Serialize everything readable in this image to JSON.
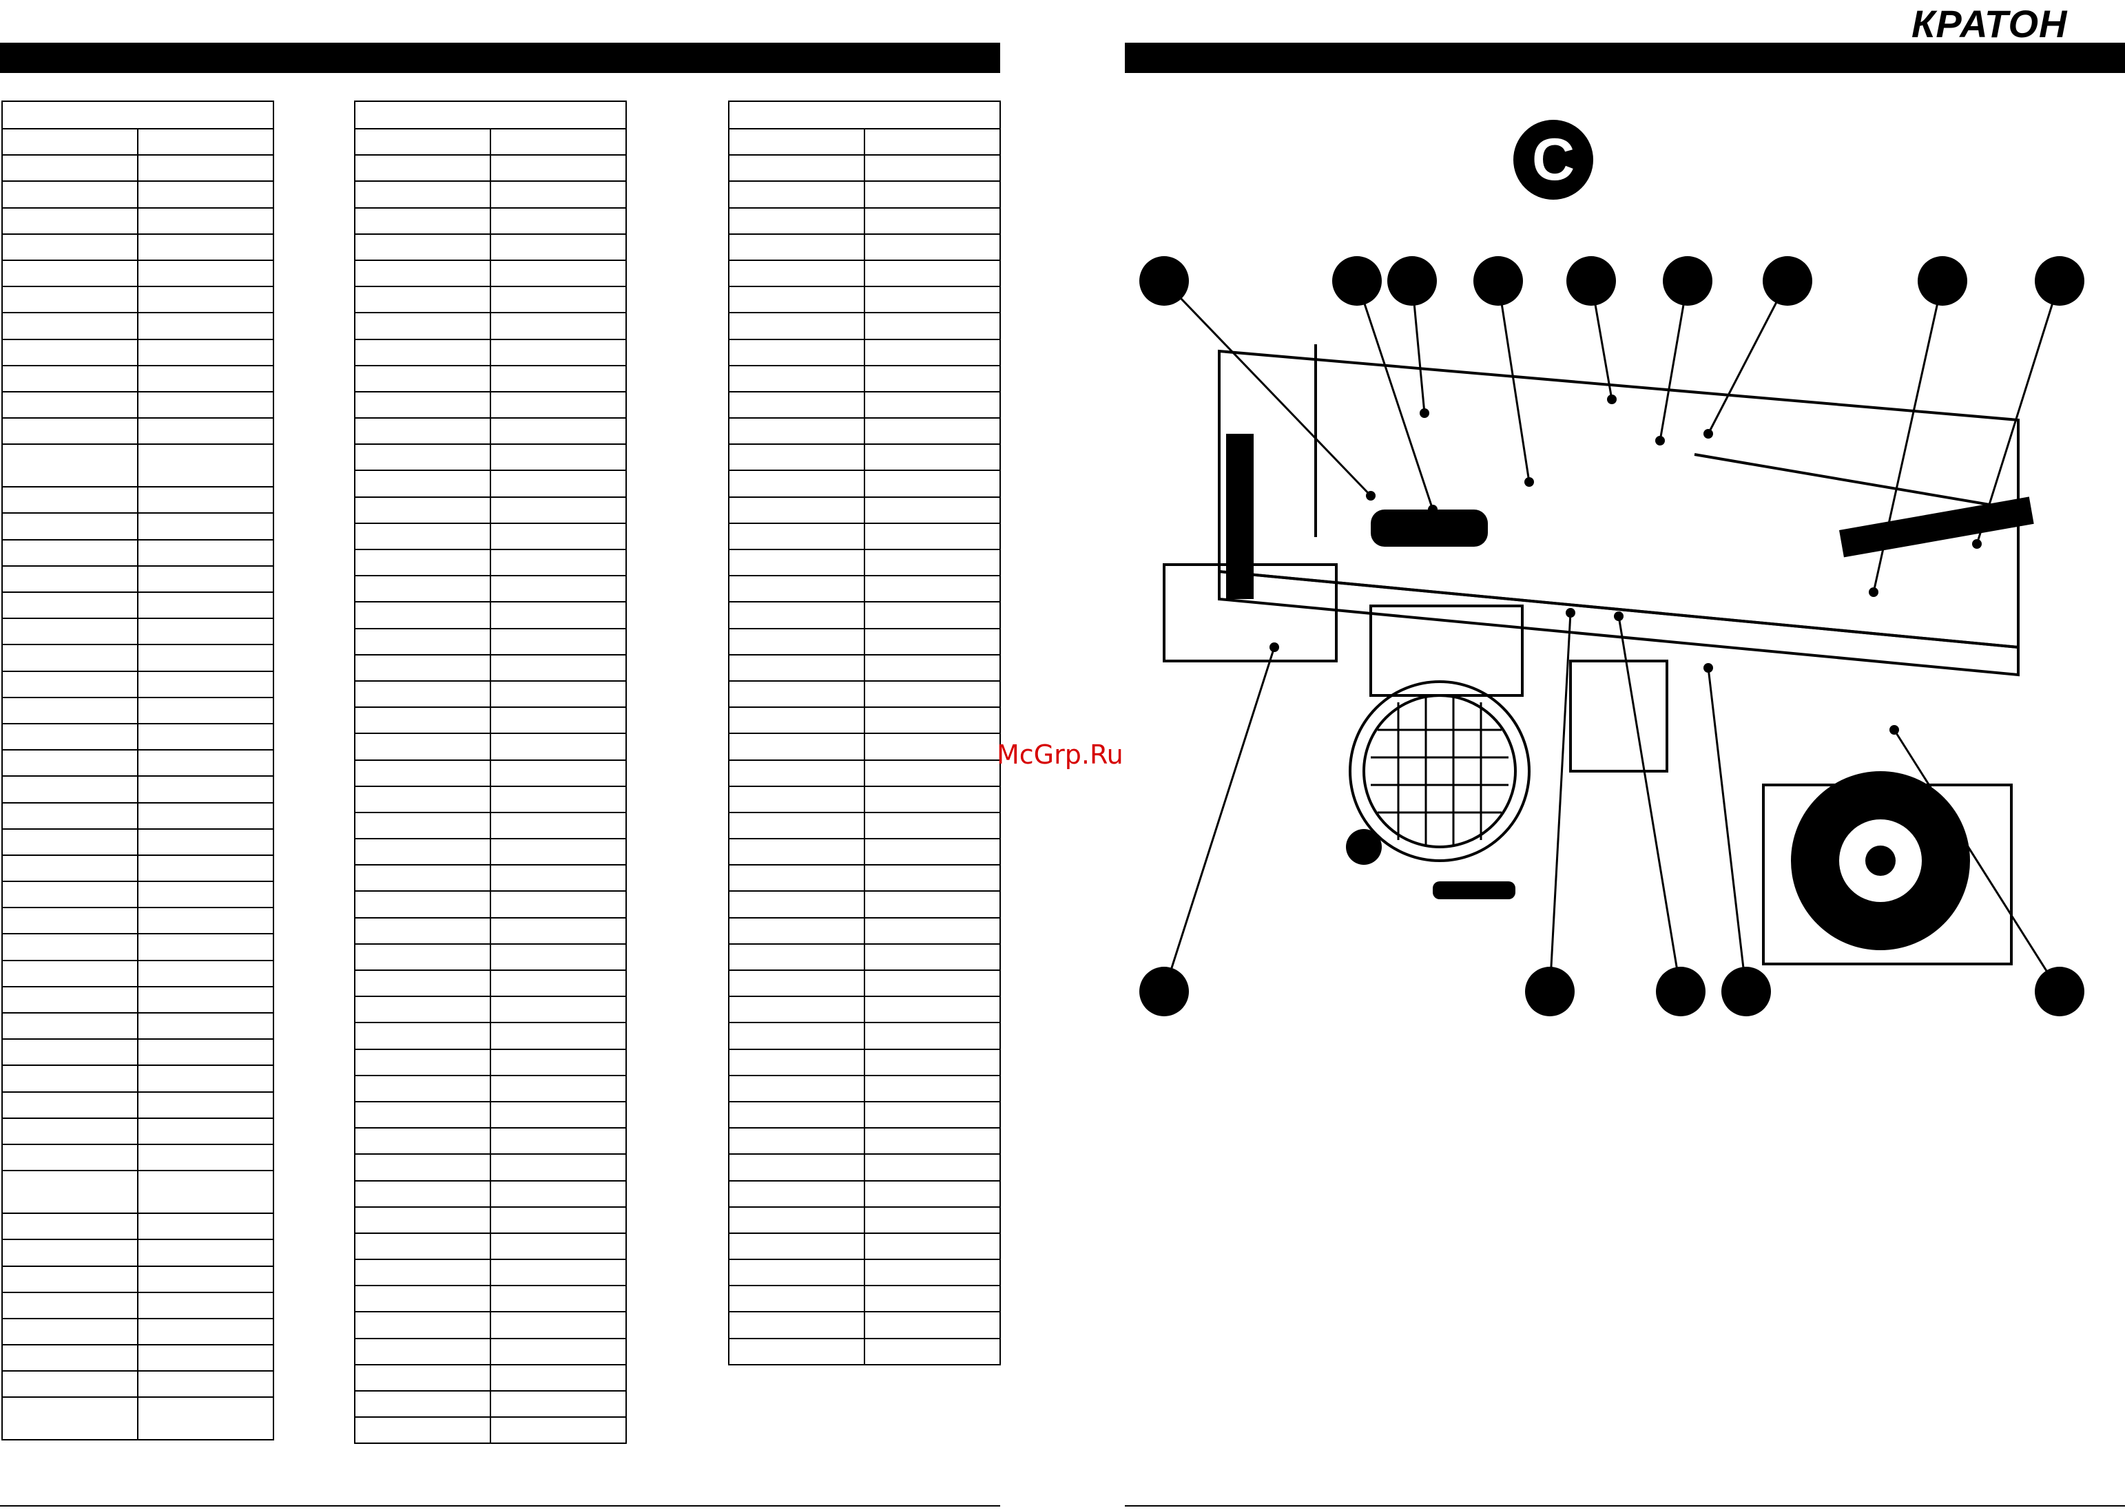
{
  "brand": {
    "logo": "КРАТОН"
  },
  "figure": {
    "letter": "C"
  },
  "watermark": "McGrp.Ru",
  "tables": {
    "left": {
      "rows": 48
    },
    "middle": {
      "rows": 50
    },
    "right": {
      "rows": 47
    }
  },
  "callouts": {
    "top_count": 9,
    "bottom_count": 5
  },
  "colors": {
    "ink": "#000000",
    "watermark": "#d60000",
    "paper": "#ffffff"
  }
}
